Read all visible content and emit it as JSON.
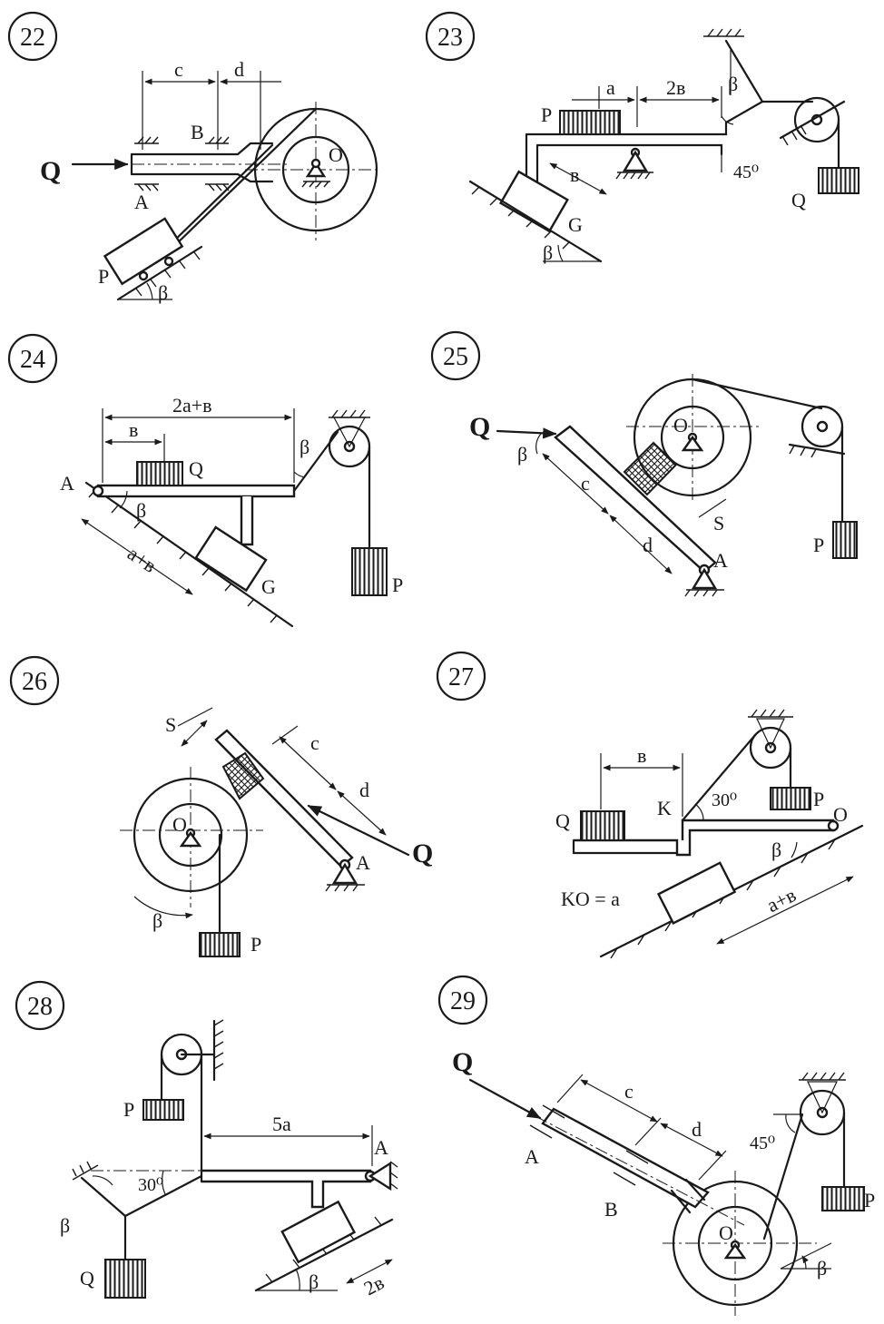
{
  "problems": [
    {
      "number": "22",
      "labels": {
        "load": "Q",
        "weight": "P",
        "support_a": "A",
        "support_b": "B",
        "center": "O",
        "angle": "β",
        "dim1": "c",
        "dim2": "d"
      }
    },
    {
      "number": "23",
      "labels": {
        "weight_p": "P",
        "weight_q": "Q",
        "block": "G",
        "dim_a": "a",
        "dim_2b": "2в",
        "dim_b": "в",
        "angle": "β",
        "angle_2": "β",
        "angle_45": "45⁰"
      }
    },
    {
      "number": "24",
      "labels": {
        "dim_top": "2а+в",
        "dim_b": "в",
        "dim_slope": "а+в",
        "load": "Q",
        "block": "G",
        "weight": "P",
        "pin": "A",
        "angle": "β",
        "angle_2": "β"
      }
    },
    {
      "number": "25",
      "labels": {
        "load": "Q",
        "center": "O",
        "pin": "A",
        "dim_c": "c",
        "dim_d": "d",
        "shoe": "S",
        "weight": "P",
        "angle": "β"
      }
    },
    {
      "number": "26",
      "labels": {
        "shoe": "S",
        "dim_c": "c",
        "dim_d": "d",
        "load": "Q",
        "center": "O",
        "pin": "A",
        "angle": "β",
        "weight": "P"
      }
    },
    {
      "number": "27",
      "labels": {
        "dim_b": "в",
        "load": "Q",
        "point_k": "K",
        "angle_30": "30⁰",
        "weight": "P",
        "pin": "O",
        "angle": "β",
        "relation": "KO = a",
        "dim_slope": "а+в"
      }
    },
    {
      "number": "28",
      "labels": {
        "weight_p": "P",
        "dim_5a": "5a",
        "pin": "A",
        "angle_30": "30⁰",
        "angle": "β",
        "angle_2": "β",
        "weight_q": "Q",
        "dim_2b": "2в"
      }
    },
    {
      "number": "29",
      "labels": {
        "load": "Q",
        "dim_c": "c",
        "dim_d": "d",
        "support_a": "A",
        "support_b": "B",
        "angle_45": "45⁰",
        "center": "O",
        "weight": "P",
        "angle": "β"
      }
    }
  ]
}
